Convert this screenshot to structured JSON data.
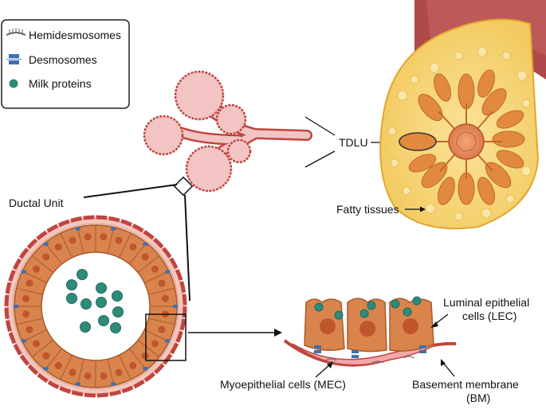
{
  "legend": {
    "items": [
      {
        "icon": "hemidesmosome-icon",
        "label": "Hemidesmosomes"
      },
      {
        "icon": "desmosome-icon",
        "label": "Desmosomes"
      },
      {
        "icon": "milk-protein-icon",
        "label": "Milk proteins"
      }
    ]
  },
  "labels": {
    "tdlu": "TDLU",
    "fatty_tissues": "Fatty tissues",
    "ductal_unit": "Ductal Unit",
    "lec_line1": "Luminal epithelial",
    "lec_line2": "cells (LEC)",
    "mec": "Myoepithelial cells (MEC)",
    "bm_line1": "Basement membrane",
    "bm_line2": "(BM)"
  },
  "colors": {
    "cell_fill": "#d9844d",
    "cell_stroke": "#a85a2c",
    "nucleus": "#c0562c",
    "milk_protein": "#2e8b7a",
    "membrane": "#c0453f",
    "breast_fat": "#f6d57a",
    "lobule_fill": "#f3c4c4"
  }
}
